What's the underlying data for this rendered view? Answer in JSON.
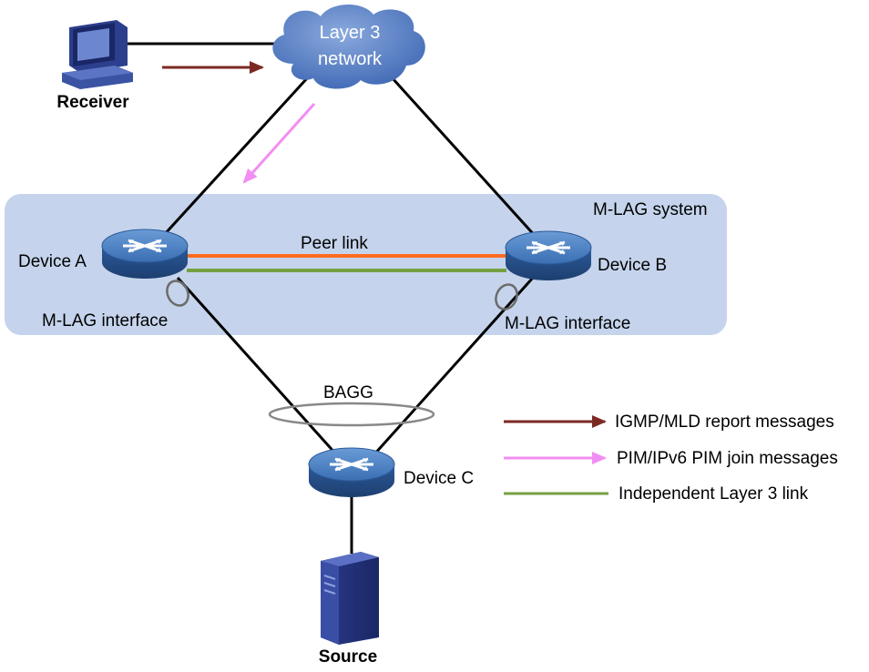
{
  "cloud": {
    "line1": "Layer 3",
    "line2": "network"
  },
  "nodes": {
    "receiver": "Receiver",
    "source": "Source",
    "device_a": "Device A",
    "device_b": "Device B",
    "device_c": "Device C"
  },
  "mlag": {
    "title": "M-LAG system",
    "peer_link": "Peer link",
    "interface_left": "M-LAG interface",
    "interface_right": "M-LAG interface",
    "bagg": "BAGG"
  },
  "legend": [
    {
      "label": "IGMP/MLD report messages",
      "color": "#7b2a22",
      "style": "arrow"
    },
    {
      "label": "PIM/IPv6 PIM join messages",
      "color": "#f28ef2",
      "style": "arrow"
    },
    {
      "label": "Independent Layer 3 link",
      "color": "#76a040",
      "style": "line"
    }
  ],
  "colors": {
    "mlag_box": "#c5d4ec",
    "peer_link": "#ff6b1f",
    "layer3_link": "#76a040",
    "igmp_arrow": "#7b2a22",
    "pim_arrow": "#f28ef2",
    "device": "#3a6fb3",
    "cloud": "#4a74be"
  }
}
